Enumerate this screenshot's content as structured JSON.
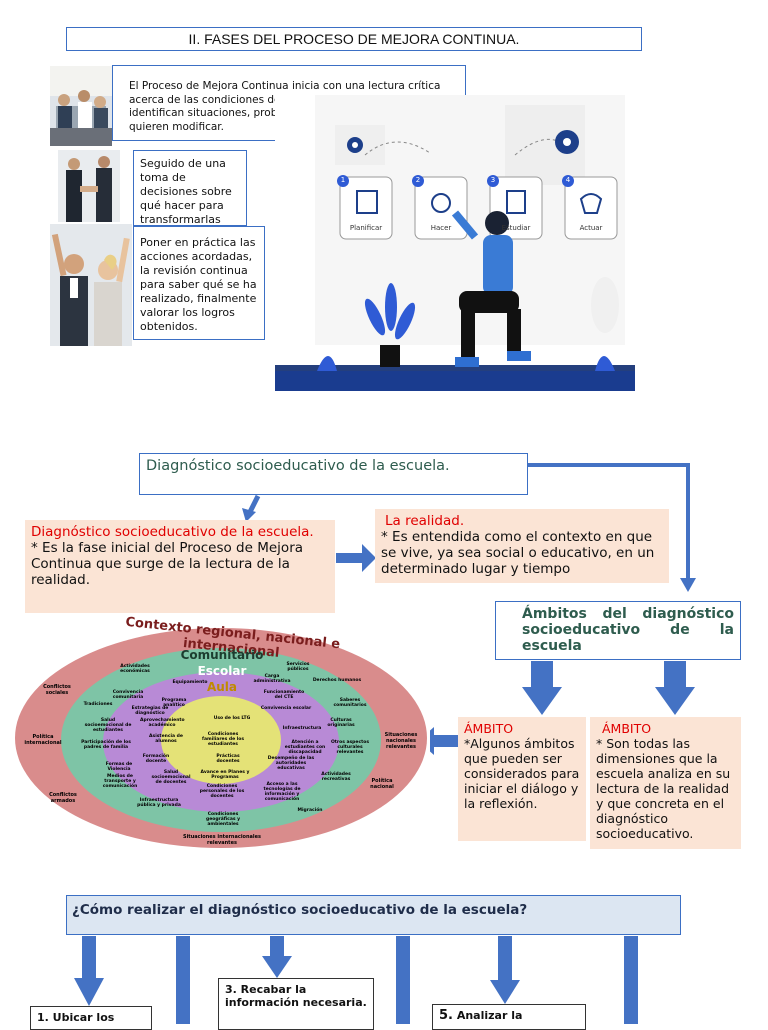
{
  "section1": {
    "title": "II. FASES DEL PROCESO DE MEJORA CONTINUA.",
    "phase1_text": "El Proceso de Mejora Continua inicia con una lectura crítica acerca de las condiciones de la escuela en la que se identifican situaciones, problemas o necesidades que se quieren modificar.",
    "phase2_text": "Seguido de una toma de decisiones sobre qué hacer para transformarlas",
    "phase3_text": "Poner en práctica  las acciones acordadas, la revisión continua para saber qué se ha realizado, finalmente valorar los logros obtenidos.",
    "cycle": [
      {
        "num": "1",
        "label": "Planificar"
      },
      {
        "num": "2",
        "label": "Hacer"
      },
      {
        "num": "3",
        "label": "Estudiar"
      },
      {
        "num": "4",
        "label": "Actuar"
      }
    ]
  },
  "section2": {
    "main_title": "Diagnóstico socioeducativo de la escuela.",
    "diag_title": "Diagnóstico socioeducativo de la escuela.",
    "diag_text": "* Es la fase inicial del Proceso de Mejora Continua que surge de la lectura de la realidad.",
    "realidad_title": "La realidad.",
    "realidad_text": "* Es entendida como el contexto en que se vive, ya sea social o educativo, en un determinado lugar y tiempo",
    "ambitos_title": "Ámbitos del diagnóstico socioeducativo de la escuela",
    "ambito1_title": "ÁMBITO",
    "ambito1_text": "*Algunos ámbitos que pueden ser considerados para iniciar el diálogo y la reflexión.",
    "ambito2_title": "ÁMBITO",
    "ambito2_text": "* Son todas las dimensiones que la escuela analiza en su lectura de la realidad y que concreta en el diagnóstico socioeducativo.",
    "diagram": {
      "outer": "Contexto regional, nacional e internacional",
      "comunitario": "Comunitario",
      "escolar": "Escolar",
      "aula": "Aula",
      "outer_items": [
        "Conflictos sociales",
        "Política internacional",
        "Conflictos armados",
        "Situaciones nacionales relevantes",
        "Política nacional",
        "Situaciones internacionales relevantes"
      ],
      "com_items": [
        "Actividades económicas",
        "Servicios públicos",
        "Derechos humanos",
        "Tradiciones",
        "Salud socioemocional de estudiantes",
        "Participación de los padres de familia",
        "Formas de Violencia",
        "Medios de transporte y comunicación",
        "Infraestructura pública y privada",
        "Condiciones geográficas y ambientales",
        "Migración",
        "Actividades recreativas",
        "Otros aspectos culturales relevantes",
        "Saberes comunitarios",
        "Culturas originarias"
      ],
      "esc_items": [
        "Equipamiento",
        "Carga administrativa",
        "Convivencia comunitaria",
        "Funcionamiento del CTE",
        "Programa analítico",
        "Estrategias de diagnóstico",
        "Convivencia escolar",
        "Aprovechamiento académico",
        "Infraestructura",
        "Asistencia de alumnos",
        "Atención a estudiantes con discapacidad",
        "Formación docente",
        "Desempeño de las autoridades educativas",
        "Salud socioemocional de docentes",
        "Acceso a las tecnologías de información y comunicación",
        "Condiciones personales de los docentes"
      ],
      "aula_items": [
        "Uso de los LTG",
        "Condiciones familiares de los estudiantes",
        "Prácticas docentes",
        "Avance en Planes y Programas"
      ]
    }
  },
  "section3": {
    "title": "¿Cómo realizar el diagnóstico socioeducativo de la escuela?",
    "step1": "1. Ubicar los",
    "step3": "3. Recabar la información necesaria.",
    "step5_num": "5.",
    "step5": "Analizar la"
  },
  "colors": {
    "accent": "#4472c4",
    "peach": "#fbe4d5",
    "red": "#e00000",
    "teal_heading": "#2e5c4e"
  }
}
